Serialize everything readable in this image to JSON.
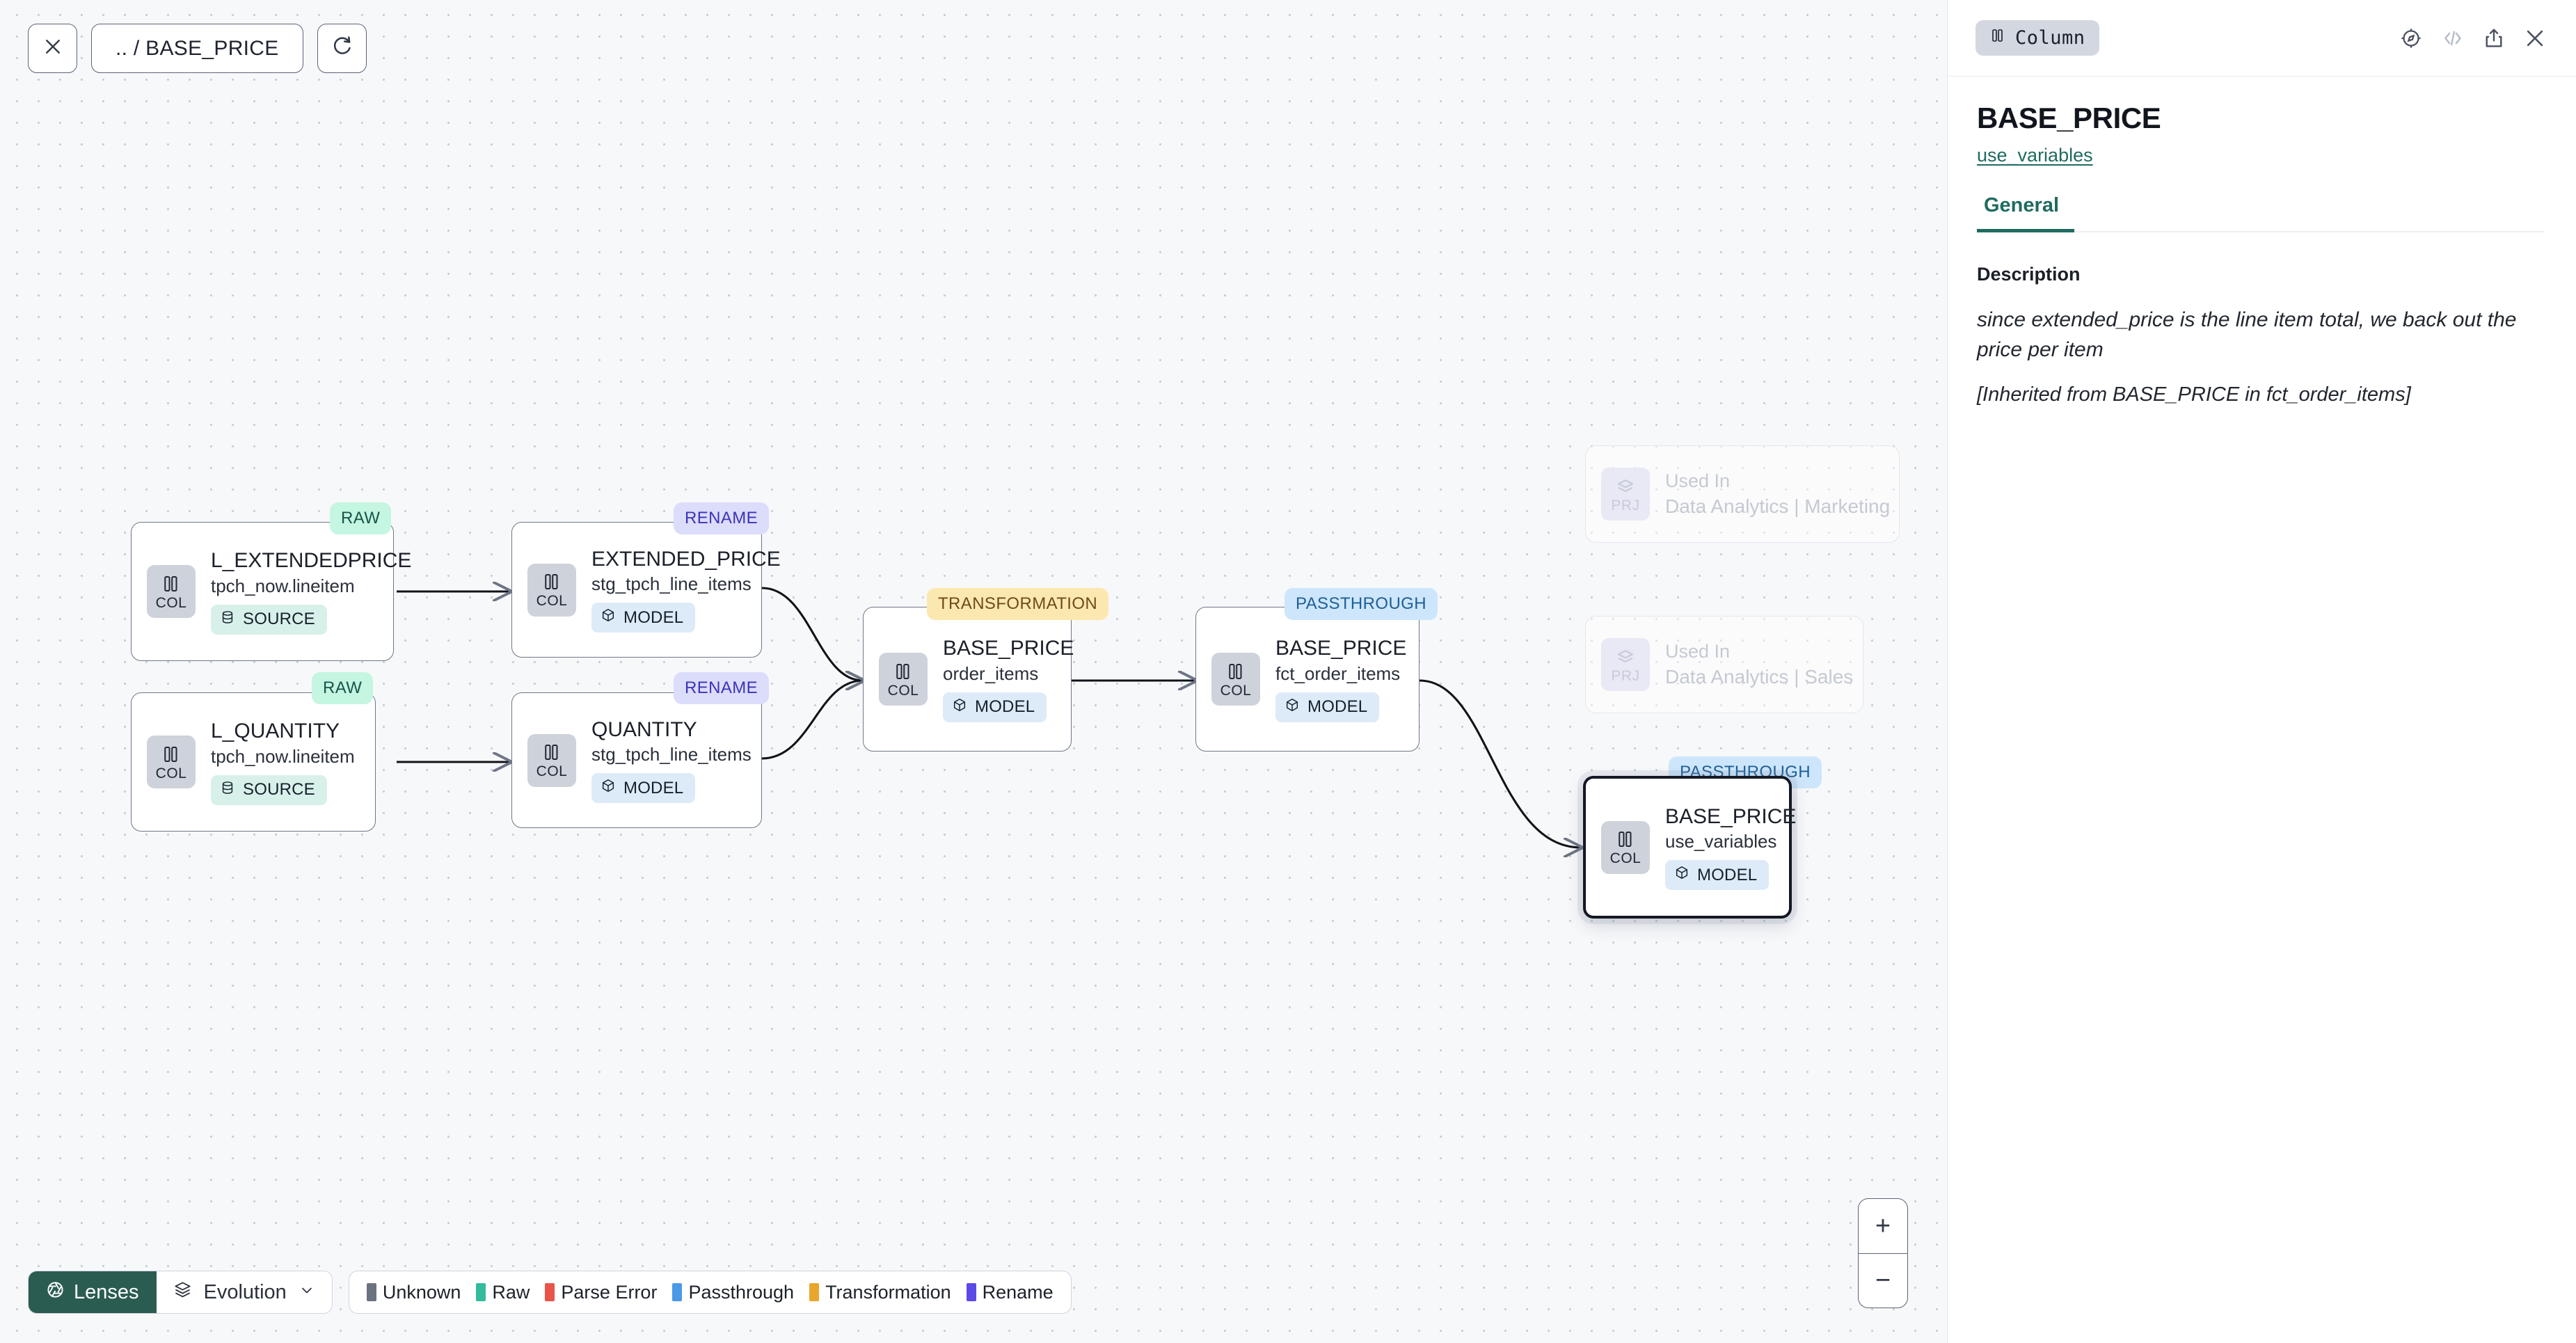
{
  "canvas": {
    "toolbar": {
      "close_icon": "close-icon",
      "breadcrumb": ".. / BASE_PRICE",
      "refresh_icon": "refresh-icon"
    },
    "zoom_controls": {
      "zoom_in": "+",
      "zoom_out": "−"
    },
    "nodes": [
      {
        "id": "l_extendedprice",
        "badge": "RAW",
        "badge_kind": "raw",
        "icon_label": "COL",
        "title": "L_EXTENDEDPRICE",
        "subtitle": "tpch_now.lineitem",
        "chip": "SOURCE",
        "chip_kind": "source",
        "selected": false
      },
      {
        "id": "l_quantity",
        "badge": "RAW",
        "badge_kind": "raw",
        "icon_label": "COL",
        "title": "L_QUANTITY",
        "subtitle": "tpch_now.lineitem",
        "chip": "SOURCE",
        "chip_kind": "source",
        "selected": false
      },
      {
        "id": "extended_price",
        "badge": "RENAME",
        "badge_kind": "rename",
        "icon_label": "COL",
        "title": "EXTENDED_PRICE",
        "subtitle": "stg_tpch_line_items",
        "chip": "MODEL",
        "chip_kind": "model",
        "selected": false
      },
      {
        "id": "quantity",
        "badge": "RENAME",
        "badge_kind": "rename",
        "icon_label": "COL",
        "title": "QUANTITY",
        "subtitle": "stg_tpch_line_items",
        "chip": "MODEL",
        "chip_kind": "model",
        "selected": false
      },
      {
        "id": "order_items",
        "badge": "TRANSFORMATION",
        "badge_kind": "trans",
        "icon_label": "COL",
        "title": "BASE_PRICE",
        "subtitle": "order_items",
        "chip": "MODEL",
        "chip_kind": "model",
        "selected": false
      },
      {
        "id": "fct_order_items",
        "badge": "PASSTHROUGH",
        "badge_kind": "pass",
        "icon_label": "COL",
        "title": "BASE_PRICE",
        "subtitle": "fct_order_items",
        "chip": "MODEL",
        "chip_kind": "model",
        "selected": false
      },
      {
        "id": "use_variables",
        "badge": "PASSTHROUGH",
        "badge_kind": "pass",
        "icon_label": "COL",
        "title": "BASE_PRICE",
        "subtitle": "use_variables",
        "chip": "MODEL",
        "chip_kind": "model",
        "selected": true
      }
    ],
    "ghost_nodes": [
      {
        "id": "used_in_marketing",
        "icon_label": "PRJ",
        "title": "Used In",
        "subtitle": "Data Analytics | Marketing"
      },
      {
        "id": "used_in_sales",
        "icon_label": "PRJ",
        "title": "Used In",
        "subtitle": "Data Analytics | Sales"
      }
    ],
    "bottom_toolbar": {
      "lenses_label": "Lenses",
      "evolution_label": "Evolution",
      "legend": [
        {
          "label": "Unknown",
          "color": "#6b7280"
        },
        {
          "label": "Raw",
          "color": "#34bb9c"
        },
        {
          "label": "Parse Error",
          "color": "#e8544a"
        },
        {
          "label": "Passthrough",
          "color": "#4a9ae8"
        },
        {
          "label": "Transformation",
          "color": "#e8a62d"
        },
        {
          "label": "Rename",
          "color": "#5c4ae8"
        }
      ]
    }
  },
  "panel": {
    "kind_badge": "Column",
    "header_icons": [
      "compass-icon",
      "code-icon",
      "share-icon",
      "close-icon"
    ],
    "title": "BASE_PRICE",
    "subtitle_link": "use_variables",
    "tabs": [
      {
        "label": "General",
        "active": true
      }
    ],
    "description_label": "Description",
    "description_text": "since extended_price is the line item total, we back out the price per item",
    "inherited_prefix": "[Inherited from ",
    "inherited_link_1": "BASE_PRICE",
    "inherited_mid": " in ",
    "inherited_link_2": "fct_order_items",
    "inherited_suffix": "]"
  },
  "colors": {
    "accent_teal": "#1f6b60",
    "canvas_bg": "#f7f8fa",
    "selected_border": "#141824"
  }
}
